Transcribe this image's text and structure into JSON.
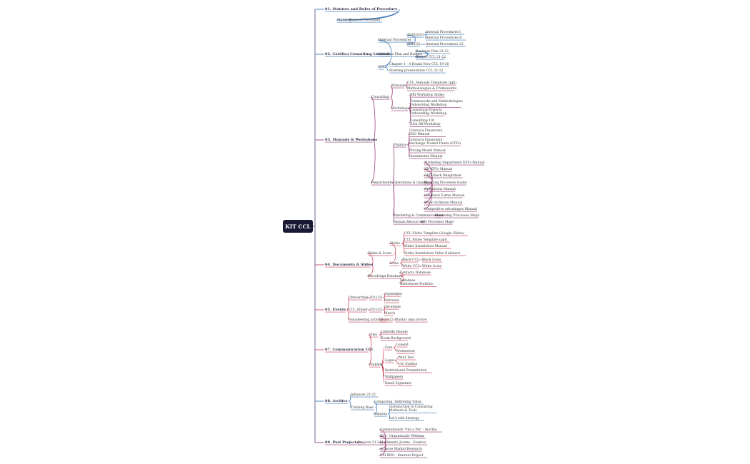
{
  "center": "KIT CCL",
  "branches": [
    {
      "label": "01. Statutes and Rules of Procedure",
      "color": "#2d6bb0",
      "children": [
        {
          "label": "Statutes"
        },
        {
          "label": "Rules of Procedure"
        }
      ]
    },
    {
      "label": "02. Católica Consulting Limited",
      "color": "#2d6bb0",
      "children": [
        {
          "label": "Internal Procedures",
          "children": [
            {
              "label": "2020/2021",
              "children": [
                {
                  "label": "Internal Procedures I"
                },
                {
                  "label": "Internal Procedures II"
                }
              ]
            },
            {
              "label": "2021/22",
              "children": [
                {
                  "label": "Internal Procedures 22"
                }
              ]
            }
          ]
        },
        {
          "label": "Activities Plan and Budget",
          "children": [
            {
              "label": "Business Plan 21-22"
            },
            {
              "label": "Budget CCL 21-22"
            }
          ]
        },
        {
          "label": "CCL",
          "children": [
            {
              "label": "Chapter 1 - A Brand New CCL 19-20"
            },
            {
              "label": "Steering presentation CCL 21-22"
            }
          ]
        }
      ]
    },
    {
      "label": "03. Manuals & Workshops",
      "color": "#8e2c6b",
      "children": [
        {
          "label": "Consulting",
          "children": [
            {
              "label": "Manuals",
              "children": [
                {
                  "label": "CCL_Manuals Templates (ppt)"
                },
                {
                  "label": "Methodologies & Frameworks"
                }
              ]
            },
            {
              "label": "Workshops",
              "children": [
                {
                  "label": "BRI Workshop Slides"
                },
                {
                  "label": "Frameworks and Methodologies\nOnboarding Workshop"
                },
                {
                  "label": "Consulting Projects\nOnboarding Workshop"
                },
                {
                  "label": "Consulting 101\nKick Off Workshop"
                }
              ]
            }
          ]
        },
        {
          "label": "Departments",
          "children": [
            {
              "label": "Finance",
              "children": [
                {
                  "label": "Literacia Financeira\nESG Manual"
                },
                {
                  "label": "Literacia Financeira\nExchange Traded Funds (ETFs)"
                },
                {
                  "label": "Pricing Model Manual"
                },
                {
                  "label": "Investments Manual"
                }
              ]
            },
            {
              "label": "Operations & Quality",
              "children": [
                {
                  "label": "Marketing Department KPI's Manual"
                },
                {
                  "label": "HR KPI's Manual"
                },
                {
                  "label": "OKG Slack Integration"
                },
                {
                  "label": "Mapping Processes Guide"
                },
                {
                  "label": "Operations Manual"
                },
                {
                  "label": "Feedback Forms Manual"
                },
                {
                  "label": "Bexio Software Manual"
                },
                {
                  "label": "Competitive advantages Manual"
                }
              ]
            },
            {
              "label": "Marketing & Communications",
              "children": [
                {
                  "label": "Marketing Processes Maps"
                }
              ]
            },
            {
              "label": "Human Resources",
              "children": [
                {
                  "label": "HR Processes Maps"
                }
              ]
            }
          ]
        }
      ]
    },
    {
      "label": "04. Documents & Slides",
      "color": "#c8344b",
      "children": [
        {
          "label": "Slides & Icons",
          "children": [
            {
              "label": "Slides",
              "children": [
                {
                  "label": "CCL Slides Template (Google Slides)"
                },
                {
                  "label": "CCL Slides Template (ppt)"
                },
                {
                  "label": "Slides Installation Manual"
                },
                {
                  "label": "Slides Installation Video Guidance"
                }
              ]
            },
            {
              "label": "Icons",
              "children": [
                {
                  "label": "Black CCL",
                  "children": [
                    {
                      "label": "Black Icons"
                    }
                  ]
                },
                {
                  "label": "White CCL",
                  "children": [
                    {
                      "label": "White Icons"
                    }
                  ]
                }
              ]
            }
          ]
        },
        {
          "label": "Knowledge Database",
          "children": [
            {
              "label": "Contacts Database"
            },
            {
              "label": "Database\nReferences-Portfolio"
            }
          ]
        }
      ]
    },
    {
      "label": "05. Events",
      "color": "#c8344b",
      "children": [
        {
          "label": "Onboarding",
          "children": [
            {
              "label": "2021/22",
              "children": [
                {
                  "label": "September"
                },
                {
                  "label": "February"
                }
              ]
            }
          ]
        },
        {
          "label": "CCL Dinner",
          "children": [
            {
              "label": "2021/22",
              "children": [
                {
                  "label": "December"
                },
                {
                  "label": "March"
                }
              ]
            }
          ]
        },
        {
          "label": "Volunteering activity",
          "children": [
            {
              "label": "2021/22",
              "children": [
                {
                  "label": "Plantar uma árvore"
                }
              ]
            }
          ]
        }
      ]
    },
    {
      "label": "07. Communication CCL",
      "color": "#c8344b",
      "children": [
        {
          "label": "Files",
          "children": [
            {
              "label": "LinkedIn Banner"
            },
            {
              "label": "Zoom Background"
            }
          ]
        },
        {
          "label": "Emblem",
          "children": [
            {
              "label": "Font",
              "children": [
                {
                  "label": "Lexend"
                },
                {
                  "label": "Montserrat"
                }
              ]
            },
            {
              "label": "Logos",
              "children": [
                {
                  "label": "Print Test"
                },
                {
                  "label": "Use Symbol"
                }
              ]
            },
            {
              "label": "Institutional Presentation"
            },
            {
              "label": "Wallpapers"
            },
            {
              "label": "Email Signature"
            }
          ]
        }
      ]
    },
    {
      "label": "08. Archive",
      "color": "#2d6bb0",
      "children": [
        {
          "label": "Alliances 21-22"
        },
        {
          "label": "Training Base",
          "children": [
            {
              "label": "Comparing, Delivering Value"
            },
            {
              "label": "Dalarna",
              "children": [
                {
                  "label": "Introduction to Consulting\nMethods & Tools"
                },
                {
                  "label": "Let's talk Strategy"
                }
              ]
            }
          ]
        }
      ]
    },
    {
      "label": "09. Past Projects",
      "color": "#8e2c6b",
      "children": [
        {
          "label": "Projects 21-22",
          "children": [
            {
              "label": "Commonlands 'Vila a Par' - Inovbia"
            },
            {
              "label": "BIG - Organização Webinar"
            },
            {
              "label": "Movimento Jovens - Eventos"
            },
            {
              "label": "Ai.move Market Research"
            },
            {
              "label": "CSI BNS - Internal Project"
            }
          ]
        }
      ]
    }
  ]
}
